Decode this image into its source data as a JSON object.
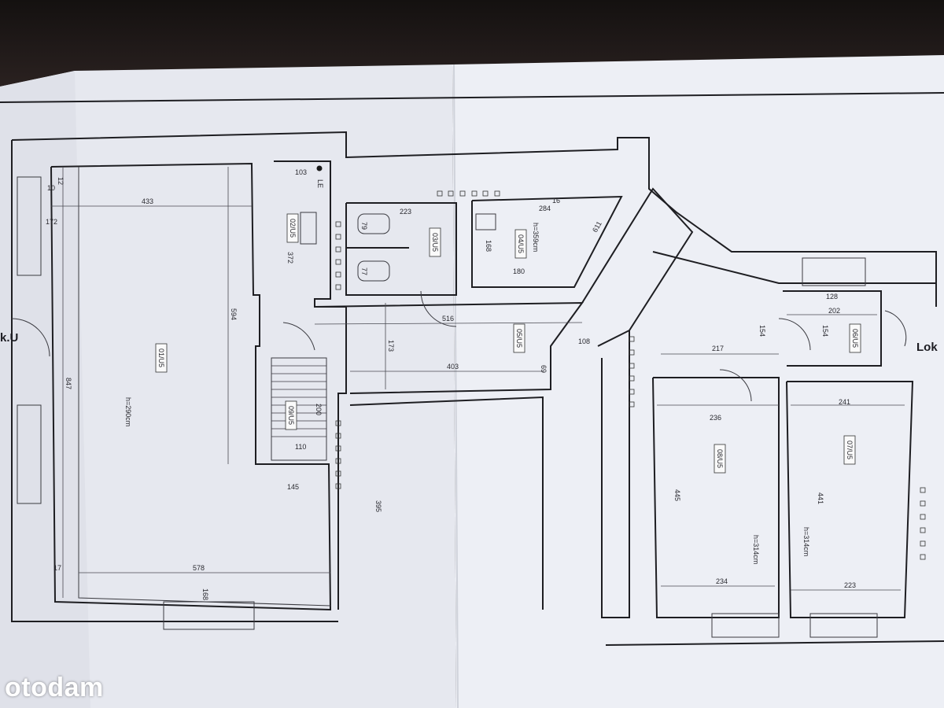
{
  "plan": {
    "rooms": [
      {
        "label": "01/U5",
        "height": "h=290cm"
      },
      {
        "label": "02/U5"
      },
      {
        "label": "03/U5"
      },
      {
        "label": "04/U5",
        "height": "h=359cm"
      },
      {
        "label": "05/U5"
      },
      {
        "label": "06/U5"
      },
      {
        "label": "07/U5",
        "height": "h=314cm"
      },
      {
        "label": "08/U5",
        "height": "h=314cm"
      },
      {
        "label": "09/U5"
      }
    ],
    "side_labels": {
      "left": "k.U",
      "right": "Lok"
    },
    "marker": "LE",
    "dimensions": [
      "433",
      "578",
      "847",
      "594",
      "103",
      "372",
      "223",
      "79",
      "77",
      "168",
      "284",
      "16",
      "180",
      "611",
      "516",
      "173",
      "403",
      "69",
      "108",
      "200",
      "110",
      "145",
      "395",
      "217",
      "154",
      "202",
      "236",
      "445",
      "234",
      "241",
      "441",
      "223",
      "172",
      "10",
      "12",
      "17",
      "168",
      "128"
    ]
  },
  "watermark": "otodam"
}
